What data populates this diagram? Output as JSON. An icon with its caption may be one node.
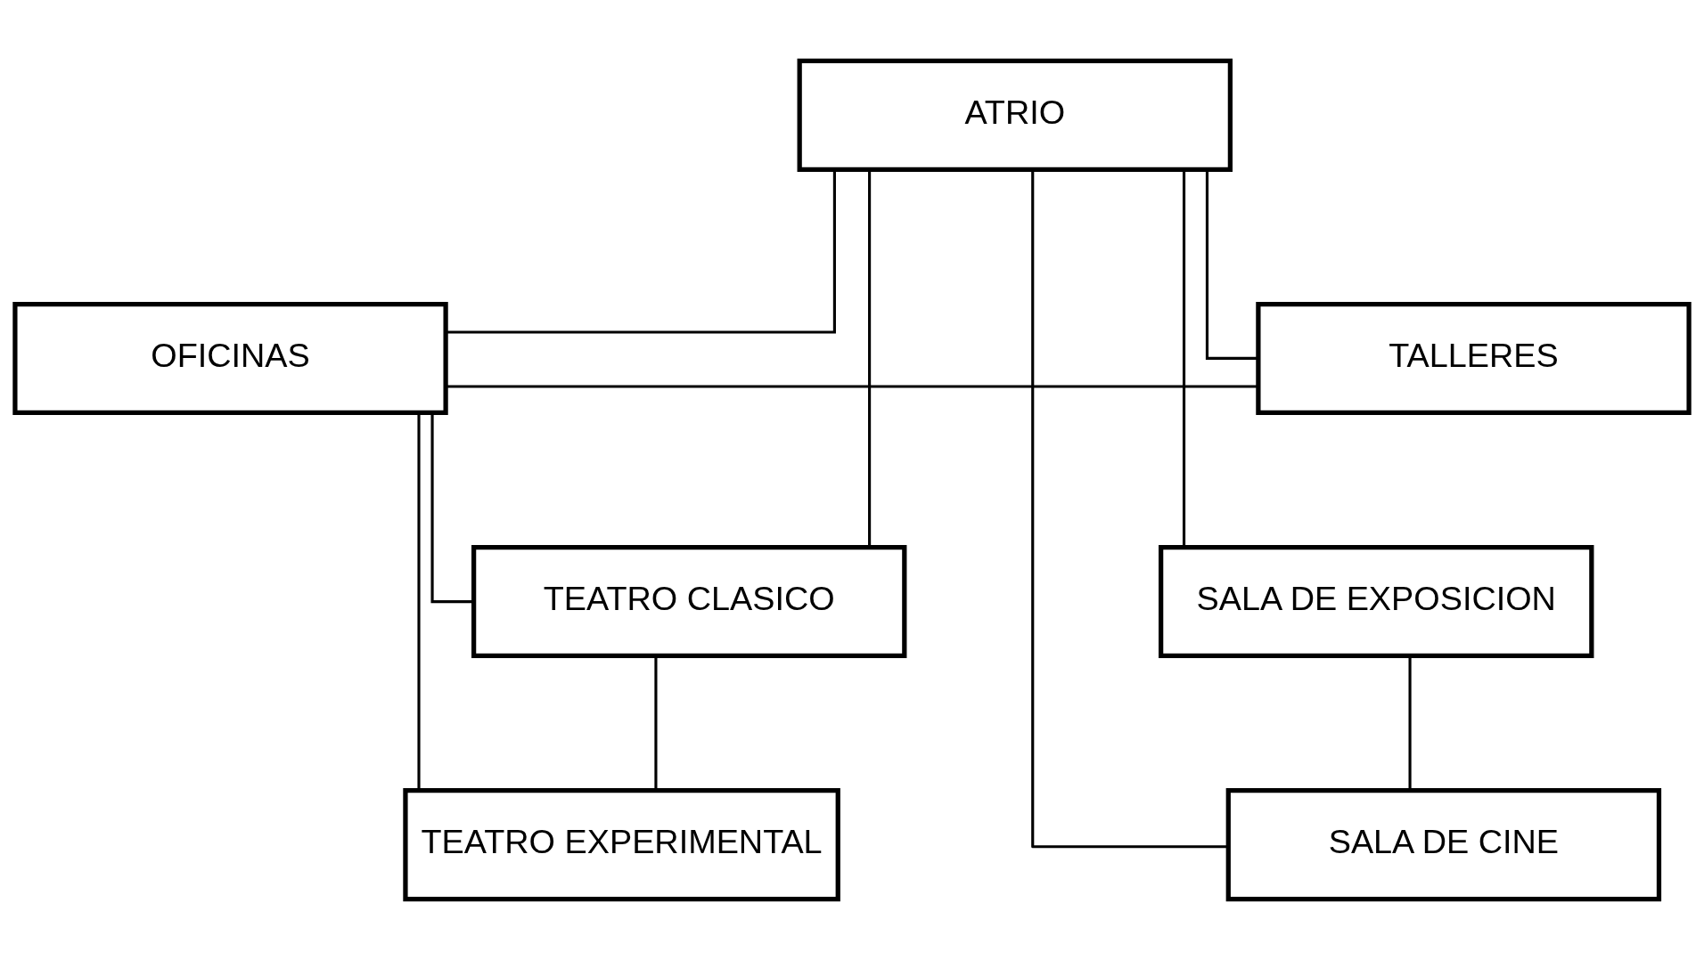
{
  "diagram": {
    "nodes": [
      {
        "text": [
          "ATRIO"
        ]
      },
      {
        "text": [
          "TEATRO CLASICO"
        ]
      },
      {
        "text": [
          "SALA DE EXPOSICION"
        ]
      },
      {
        "text": [
          "OFICINAS"
        ]
      },
      {
        "text": [
          "TALLERES"
        ]
      },
      {
        "text": [
          "TEATRO EXPERIMENTAL"
        ]
      },
      {
        "text": [
          "SALA DE CINE"
        ]
      }
    ],
    "edges": [
      {
        "from": 0,
        "to": 1,
        "arrow": "none"
      },
      {
        "from": 0,
        "to": 3,
        "arrow": "none"
      },
      {
        "from": 0,
        "to": 2,
        "arrow": "none"
      },
      {
        "from": 0,
        "to": 4,
        "arrow": "none"
      },
      {
        "from": 0,
        "to": 6,
        "arrow": "none"
      },
      {
        "from": 1,
        "to": 5,
        "arrow": "none"
      },
      {
        "from": 3,
        "to": 1,
        "arrow": "none"
      },
      {
        "from": 3,
        "to": 5,
        "arrow": "none"
      },
      {
        "from": 3,
        "to": 4,
        "arrow": "none"
      },
      {
        "from": 2,
        "to": 6,
        "arrow": "none"
      }
    ]
  }
}
